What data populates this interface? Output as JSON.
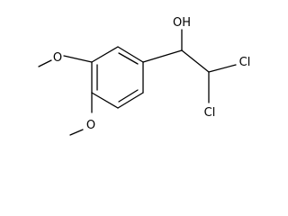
{
  "molecule": {
    "labels": {
      "hydroxyl": "OH",
      "chlorine_top": "Cl",
      "chlorine_bottom": "Cl",
      "methoxy_oxygen_top": "O",
      "methoxy_oxygen_bottom": "O"
    },
    "colors": {
      "bond": "#000000",
      "text": "#000000",
      "background": "#ffffff"
    }
  }
}
